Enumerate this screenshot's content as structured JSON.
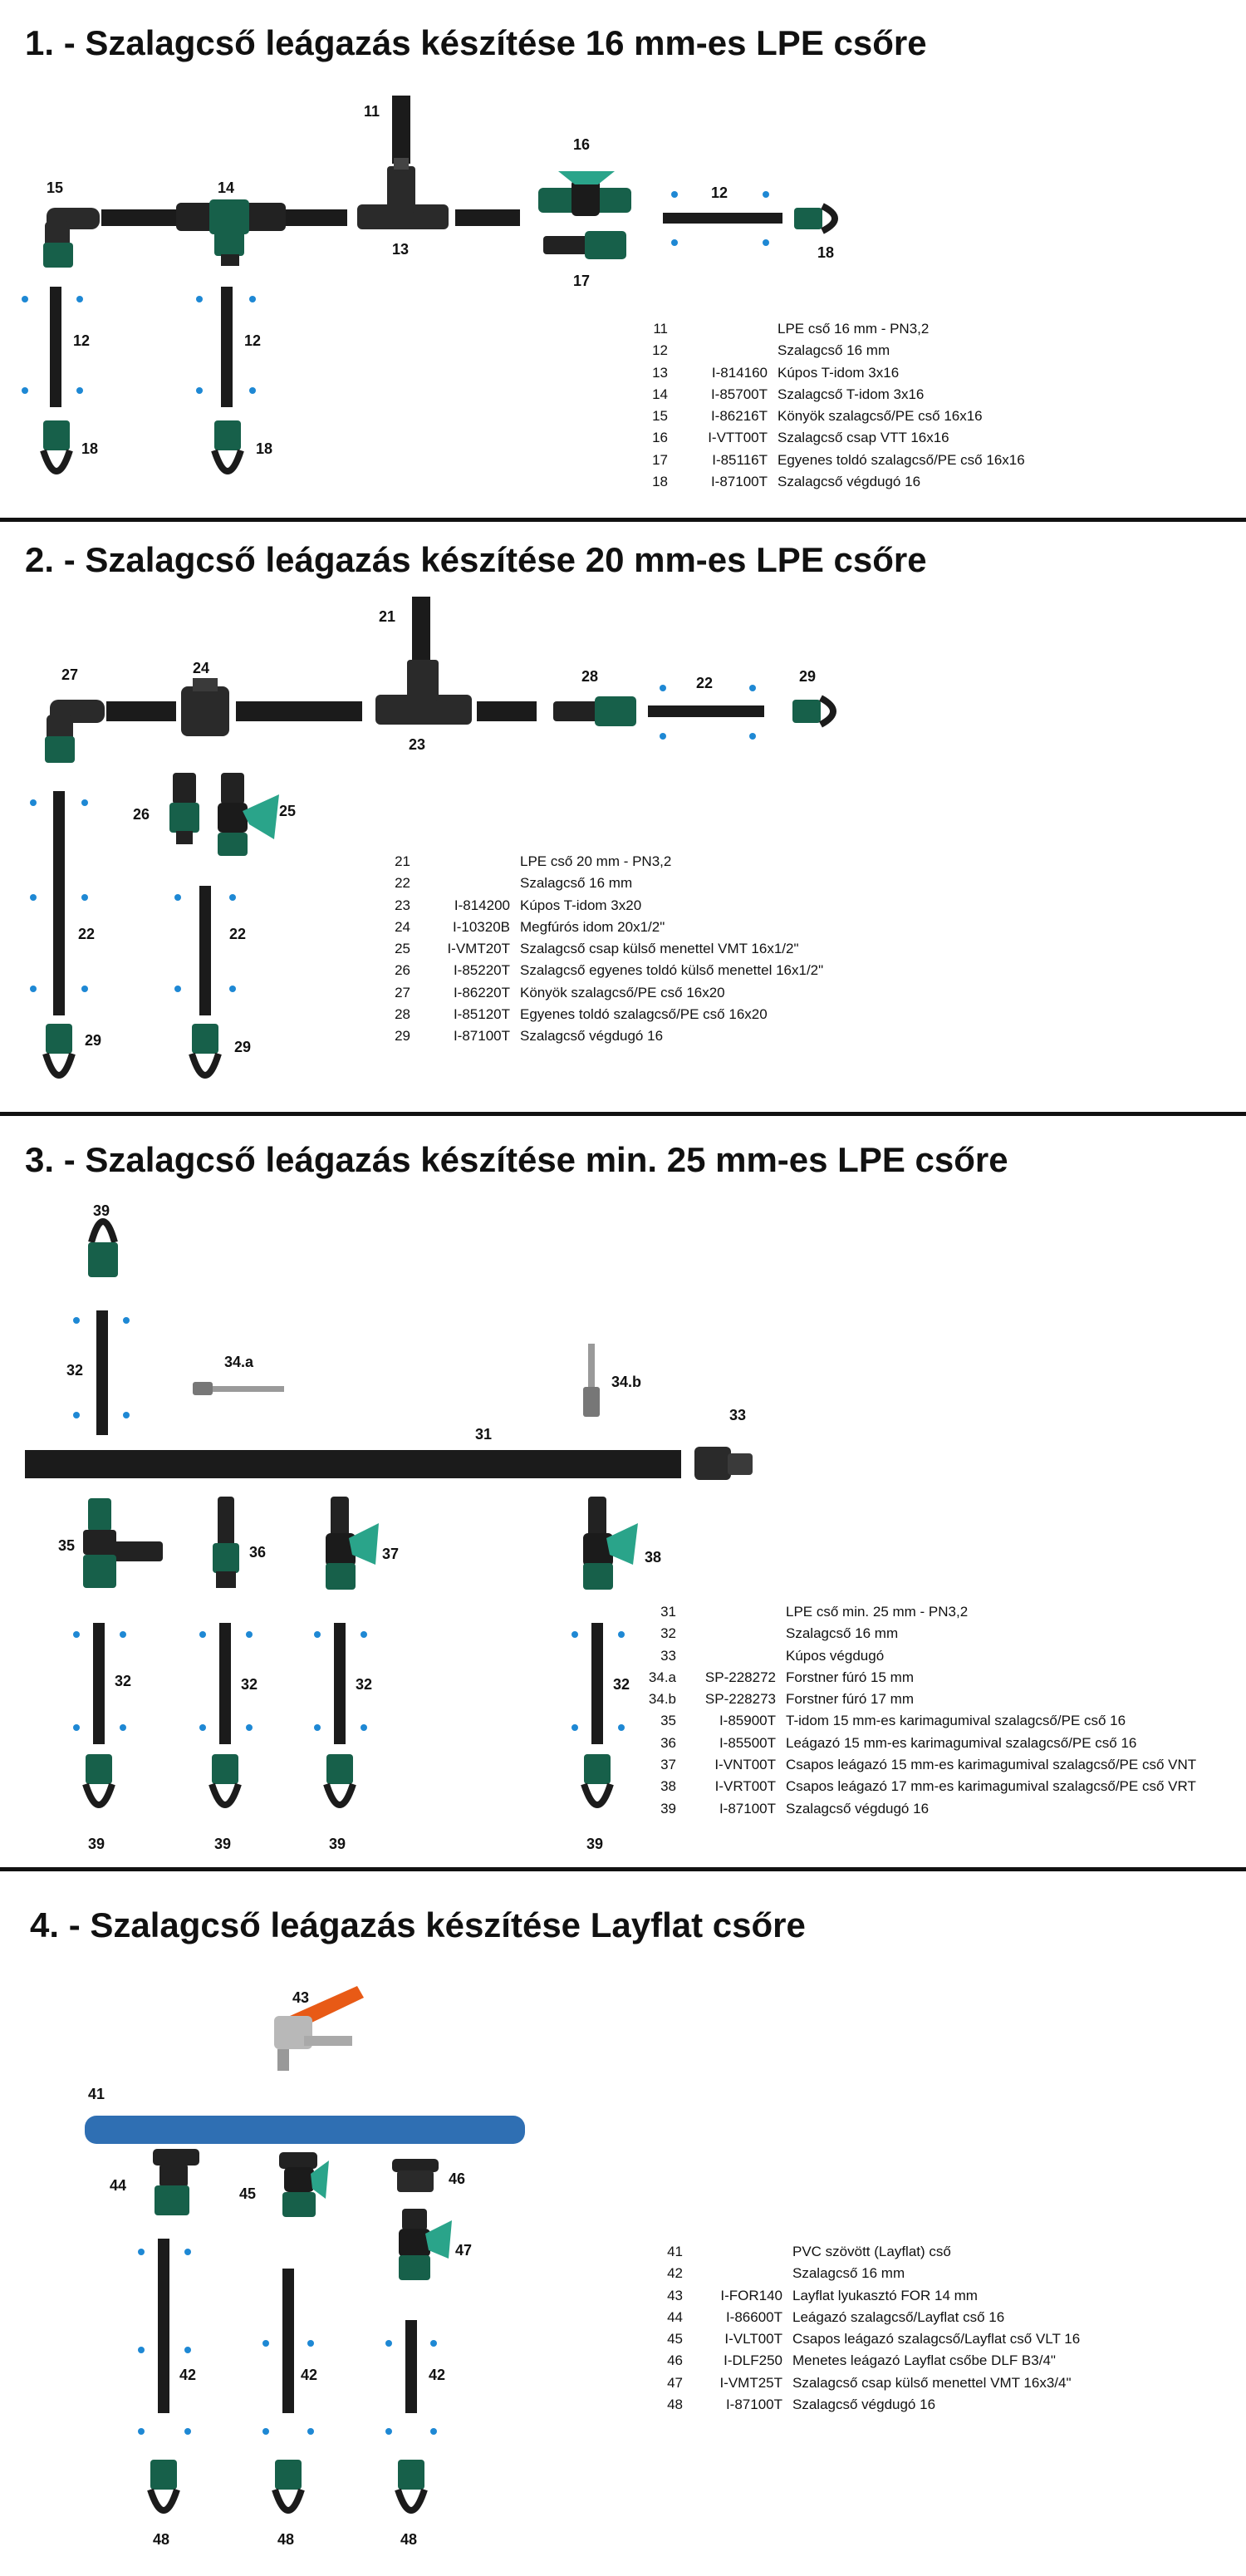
{
  "sections": [
    {
      "title": "1. - Szalagcső leágazás készítése 16 mm-es LPE csőre",
      "labels": [
        "11",
        "12",
        "13",
        "14",
        "15",
        "16",
        "17",
        "18",
        "12",
        "12",
        "18",
        "18"
      ],
      "legend": [
        {
          "num": "11",
          "code": "",
          "desc": "LPE cső 16 mm - PN3,2"
        },
        {
          "num": "12",
          "code": "",
          "desc": "Szalagcső 16 mm"
        },
        {
          "num": "13",
          "code": "I-814160",
          "desc": "Kúpos T-idom 3x16"
        },
        {
          "num": "14",
          "code": "I-85700T",
          "desc": "Szalagcső T-idom 3x16"
        },
        {
          "num": "15",
          "code": "I-86216T",
          "desc": "Könyök szalagcső/PE cső 16x16"
        },
        {
          "num": "16",
          "code": "I-VTT00T",
          "desc": "Szalagcső csap VTT 16x16"
        },
        {
          "num": "17",
          "code": "I-85116T",
          "desc": "Egyenes toldó szalagcső/PE cső 16x16"
        },
        {
          "num": "18",
          "code": "I-87100T",
          "desc": "Szalagcső végdugó 16"
        }
      ]
    },
    {
      "title": "2. - Szalagcső leágazás készítése 20 mm-es LPE csőre",
      "labels": [
        "21",
        "22",
        "23",
        "24",
        "25",
        "26",
        "27",
        "28",
        "29",
        "22",
        "22",
        "29",
        "29"
      ],
      "legend": [
        {
          "num": "21",
          "code": "",
          "desc": "LPE cső 20 mm - PN3,2"
        },
        {
          "num": "22",
          "code": "",
          "desc": "Szalagcső 16 mm"
        },
        {
          "num": "23",
          "code": "I-814200",
          "desc": "Kúpos T-idom 3x20"
        },
        {
          "num": "24",
          "code": "I-10320B",
          "desc": "Megfúrós idom 20x1/2\""
        },
        {
          "num": "25",
          "code": "I-VMT20T",
          "desc": "Szalagcső csap külső menettel VMT 16x1/2\""
        },
        {
          "num": "26",
          "code": "I-85220T",
          "desc": "Szalagcső egyenes toldó külső menettel 16x1/2\""
        },
        {
          "num": "27",
          "code": "I-86220T",
          "desc": "Könyök szalagcső/PE cső 16x20"
        },
        {
          "num": "28",
          "code": "I-85120T",
          "desc": "Egyenes toldó szalagcső/PE cső 16x20"
        },
        {
          "num": "29",
          "code": "I-87100T",
          "desc": "Szalagcső végdugó 16"
        }
      ]
    },
    {
      "title": "3. - Szalagcső leágazás készítése min. 25 mm-es LPE csőre",
      "labels": [
        "39",
        "32",
        "34.a",
        "34.b",
        "31",
        "33",
        "35",
        "36",
        "37",
        "38",
        "32",
        "32",
        "32",
        "32",
        "39",
        "39",
        "39",
        "39"
      ],
      "legend": [
        {
          "num": "31",
          "code": "",
          "desc": "LPE cső min. 25 mm - PN3,2"
        },
        {
          "num": "32",
          "code": "",
          "desc": "Szalagcső 16 mm"
        },
        {
          "num": "33",
          "code": "",
          "desc": "Kúpos végdugó"
        },
        {
          "num": "34.a",
          "code": "SP-228272",
          "desc": "Forstner fúró 15 mm"
        },
        {
          "num": "34.b",
          "code": "SP-228273",
          "desc": "Forstner fúró 17 mm"
        },
        {
          "num": "35",
          "code": "I-85900T",
          "desc": "T-idom 15 mm-es karimagumival szalagcső/PE cső 16"
        },
        {
          "num": "36",
          "code": "I-85500T",
          "desc": "Leágazó 15 mm-es karimagumival szalagcső/PE cső 16"
        },
        {
          "num": "37",
          "code": "I-VNT00T",
          "desc": "Csapos leágazó 15 mm-es karimagumival szalagcső/PE cső VNT"
        },
        {
          "num": "38",
          "code": "I-VRT00T",
          "desc": "Csapos leágazó 17 mm-es karimagumival szalagcső/PE cső VRT"
        },
        {
          "num": "39",
          "code": "I-87100T",
          "desc": "Szalagcső végdugó 16"
        }
      ]
    },
    {
      "title": "4. - Szalagcső leágazás készítése Layflat csőre",
      "labels": [
        "43",
        "41",
        "44",
        "45",
        "46",
        "47",
        "42",
        "42",
        "42",
        "48",
        "48",
        "48"
      ],
      "legend": [
        {
          "num": "41",
          "code": "",
          "desc": "PVC szövött (Layflat) cső"
        },
        {
          "num": "42",
          "code": "",
          "desc": "Szalagcső 16 mm"
        },
        {
          "num": "43",
          "code": "I-FOR140",
          "desc": "Layflat lyukasztó FOR 14 mm"
        },
        {
          "num": "44",
          "code": "I-86600T",
          "desc": "Leágazó szalagcső/Layflat cső 16"
        },
        {
          "num": "45",
          "code": "I-VLT00T",
          "desc": "Csapos leágazó szalagcső/Layflat cső VLT 16"
        },
        {
          "num": "46",
          "code": "I-DLF250",
          "desc": "Menetes leágazó Layflat csőbe DLF B3/4\""
        },
        {
          "num": "47",
          "code": "I-VMT25T",
          "desc": "Szalagcső csap külső menettel VMT 16x3/4\""
        },
        {
          "num": "48",
          "code": "I-87100T",
          "desc": "Szalagcső végdugó 16"
        }
      ]
    }
  ],
  "colors": {
    "pipe": "#1b1b1b",
    "fitting_green": "#17604a",
    "valve_teal": "#2aa48a",
    "drop_blue": "#1e88d4",
    "layflat_blue": "#2f6fb3",
    "handle_orange": "#e85a16"
  }
}
